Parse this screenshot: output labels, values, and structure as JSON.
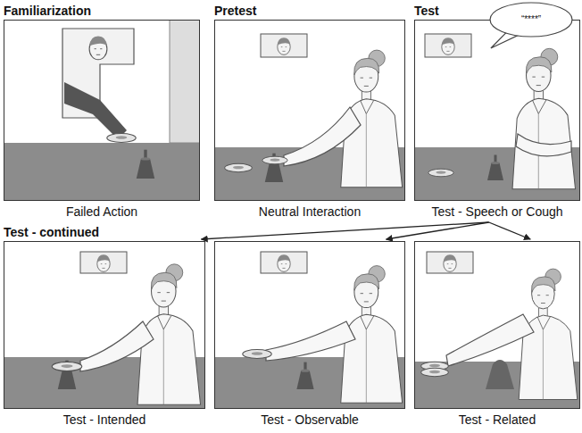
{
  "diagram": {
    "nodes": [
      {
        "text": [
          "Familiarization",
          "Failed Action"
        ]
      },
      {
        "text": [
          "Pretest",
          "Neutral Interaction"
        ]
      },
      {
        "text": [
          "Test",
          "Test - Speech or Cough"
        ]
      },
      {
        "text": [
          "“****”"
        ]
      },
      {
        "text": [
          "Test - Intended"
        ]
      },
      {
        "text": [
          "Test - Observable"
        ]
      },
      {
        "text": [
          "Test - Related"
        ]
      }
    ],
    "edges": [
      {
        "from": 2,
        "to": 4,
        "arrow": "to"
      },
      {
        "from": 2,
        "to": 5,
        "arrow": "to"
      },
      {
        "from": 2,
        "to": 6,
        "arrow": "to"
      }
    ],
    "labels": [
      "Test - continued"
    ]
  }
}
